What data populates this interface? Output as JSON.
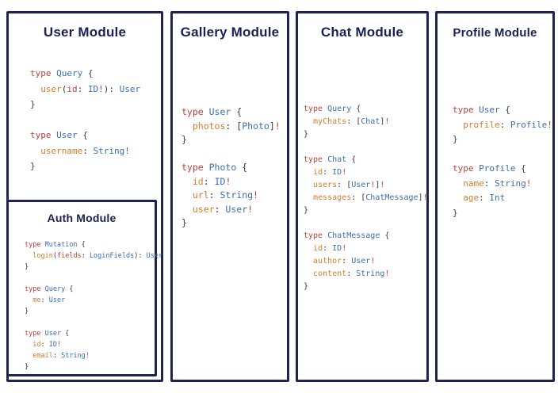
{
  "theme": {
    "navy": "#1f2352",
    "title": "#1b2156",
    "bg": "#ffffff"
  },
  "token_colors": {
    "k": "#b5443c",
    "t": "#3c6eb4",
    "f": "#d07e2d",
    "a": "#b5443c",
    "p": "#3b3b3b",
    "b": "#b5443c"
  },
  "panels": [
    {
      "id": "user-module",
      "title": "User Module",
      "code": [
        [
          [
            "k",
            "type "
          ],
          [
            "t",
            "Query "
          ],
          [
            "p",
            "{"
          ]
        ],
        [
          [
            "p",
            "  "
          ],
          [
            "f",
            "user"
          ],
          [
            "p",
            "("
          ],
          [
            "a",
            "id"
          ],
          [
            "p",
            ": "
          ],
          [
            "t",
            "ID"
          ],
          [
            "b",
            "!"
          ],
          [
            "p",
            "): "
          ],
          [
            "t",
            "User"
          ]
        ],
        [
          [
            "p",
            "}"
          ]
        ],
        [],
        [
          [
            "k",
            "type "
          ],
          [
            "t",
            "User "
          ],
          [
            "p",
            "{"
          ]
        ],
        [
          [
            "p",
            "  "
          ],
          [
            "f",
            "username"
          ],
          [
            "p",
            ": "
          ],
          [
            "t",
            "String"
          ],
          [
            "b",
            "!"
          ]
        ],
        [
          [
            "p",
            "}"
          ]
        ]
      ]
    },
    {
      "id": "gallery-module",
      "title": "Gallery Module",
      "code": [
        [
          [
            "k",
            "type "
          ],
          [
            "t",
            "User "
          ],
          [
            "p",
            "{"
          ]
        ],
        [
          [
            "p",
            "  "
          ],
          [
            "f",
            "photos"
          ],
          [
            "p",
            ": ["
          ],
          [
            "t",
            "Photo"
          ],
          [
            "p",
            "]"
          ],
          [
            "b",
            "!"
          ]
        ],
        [
          [
            "p",
            "}"
          ]
        ],
        [],
        [
          [
            "k",
            "type "
          ],
          [
            "t",
            "Photo "
          ],
          [
            "p",
            "{"
          ]
        ],
        [
          [
            "p",
            "  "
          ],
          [
            "f",
            "id"
          ],
          [
            "p",
            ": "
          ],
          [
            "t",
            "ID"
          ],
          [
            "b",
            "!"
          ]
        ],
        [
          [
            "p",
            "  "
          ],
          [
            "f",
            "url"
          ],
          [
            "p",
            ": "
          ],
          [
            "t",
            "String"
          ],
          [
            "b",
            "!"
          ]
        ],
        [
          [
            "p",
            "  "
          ],
          [
            "f",
            "user"
          ],
          [
            "p",
            ": "
          ],
          [
            "t",
            "User"
          ],
          [
            "b",
            "!"
          ]
        ],
        [
          [
            "p",
            "}"
          ]
        ]
      ]
    },
    {
      "id": "chat-module",
      "title": "Chat Module",
      "code": [
        [
          [
            "k",
            "type "
          ],
          [
            "t",
            "Query "
          ],
          [
            "p",
            "{"
          ]
        ],
        [
          [
            "p",
            "  "
          ],
          [
            "f",
            "myChats"
          ],
          [
            "p",
            ": ["
          ],
          [
            "t",
            "Chat"
          ],
          [
            "p",
            "]"
          ],
          [
            "b",
            "!"
          ]
        ],
        [
          [
            "p",
            "}"
          ]
        ],
        [],
        [
          [
            "k",
            "type "
          ],
          [
            "t",
            "Chat "
          ],
          [
            "p",
            "{"
          ]
        ],
        [
          [
            "p",
            "  "
          ],
          [
            "f",
            "id"
          ],
          [
            "p",
            ": "
          ],
          [
            "t",
            "ID"
          ],
          [
            "b",
            "!"
          ]
        ],
        [
          [
            "p",
            "  "
          ],
          [
            "f",
            "users"
          ],
          [
            "p",
            ": ["
          ],
          [
            "t",
            "User"
          ],
          [
            "b",
            "!"
          ],
          [
            "p",
            "]"
          ],
          [
            "b",
            "!"
          ]
        ],
        [
          [
            "p",
            "  "
          ],
          [
            "f",
            "messages"
          ],
          [
            "p",
            ": ["
          ],
          [
            "t",
            "ChatMessage"
          ],
          [
            "p",
            "]"
          ],
          [
            "b",
            "!"
          ]
        ],
        [
          [
            "p",
            "}"
          ]
        ],
        [],
        [
          [
            "k",
            "type "
          ],
          [
            "t",
            "ChatMessage "
          ],
          [
            "p",
            "{"
          ]
        ],
        [
          [
            "p",
            "  "
          ],
          [
            "f",
            "id"
          ],
          [
            "p",
            ": "
          ],
          [
            "t",
            "ID"
          ],
          [
            "b",
            "!"
          ]
        ],
        [
          [
            "p",
            "  "
          ],
          [
            "f",
            "author"
          ],
          [
            "p",
            ": "
          ],
          [
            "t",
            "User"
          ],
          [
            "b",
            "!"
          ]
        ],
        [
          [
            "p",
            "  "
          ],
          [
            "f",
            "content"
          ],
          [
            "p",
            ": "
          ],
          [
            "t",
            "String"
          ],
          [
            "b",
            "!"
          ]
        ],
        [
          [
            "p",
            "}"
          ]
        ]
      ]
    },
    {
      "id": "profile-module",
      "title": "Profile Module",
      "code": [
        [
          [
            "k",
            "type "
          ],
          [
            "t",
            "User "
          ],
          [
            "p",
            "{"
          ]
        ],
        [
          [
            "p",
            "  "
          ],
          [
            "f",
            "profile"
          ],
          [
            "p",
            ": "
          ],
          [
            "t",
            "Profile"
          ],
          [
            "b",
            "!"
          ]
        ],
        [
          [
            "p",
            "}"
          ]
        ],
        [],
        [
          [
            "k",
            "type "
          ],
          [
            "t",
            "Profile "
          ],
          [
            "p",
            "{"
          ]
        ],
        [
          [
            "p",
            "  "
          ],
          [
            "f",
            "name"
          ],
          [
            "p",
            ": "
          ],
          [
            "t",
            "String"
          ],
          [
            "b",
            "!"
          ]
        ],
        [
          [
            "p",
            "  "
          ],
          [
            "f",
            "age"
          ],
          [
            "p",
            ": "
          ],
          [
            "t",
            "Int"
          ]
        ],
        [
          [
            "p",
            "}"
          ]
        ]
      ]
    },
    {
      "id": "auth-module",
      "title": "Auth Module",
      "code": [
        [
          [
            "k",
            "type "
          ],
          [
            "t",
            "Mutation "
          ],
          [
            "p",
            "{"
          ]
        ],
        [
          [
            "p",
            "  "
          ],
          [
            "f",
            "login"
          ],
          [
            "p",
            "("
          ],
          [
            "a",
            "fields"
          ],
          [
            "p",
            ": "
          ],
          [
            "t",
            "LoginFields"
          ],
          [
            "p",
            "): "
          ],
          [
            "t",
            "User"
          ]
        ],
        [
          [
            "p",
            "}"
          ]
        ],
        [],
        [
          [
            "k",
            "type "
          ],
          [
            "t",
            "Query "
          ],
          [
            "p",
            "{"
          ]
        ],
        [
          [
            "p",
            "  "
          ],
          [
            "f",
            "me"
          ],
          [
            "p",
            ": "
          ],
          [
            "t",
            "User"
          ]
        ],
        [
          [
            "p",
            "}"
          ]
        ],
        [],
        [
          [
            "k",
            "type "
          ],
          [
            "t",
            "User "
          ],
          [
            "p",
            "{"
          ]
        ],
        [
          [
            "p",
            "  "
          ],
          [
            "f",
            "id"
          ],
          [
            "p",
            ": "
          ],
          [
            "t",
            "ID"
          ],
          [
            "b",
            "!"
          ]
        ],
        [
          [
            "p",
            "  "
          ],
          [
            "f",
            "email"
          ],
          [
            "p",
            ": "
          ],
          [
            "t",
            "String"
          ],
          [
            "b",
            "!"
          ]
        ],
        [
          [
            "p",
            "}"
          ]
        ]
      ]
    }
  ]
}
